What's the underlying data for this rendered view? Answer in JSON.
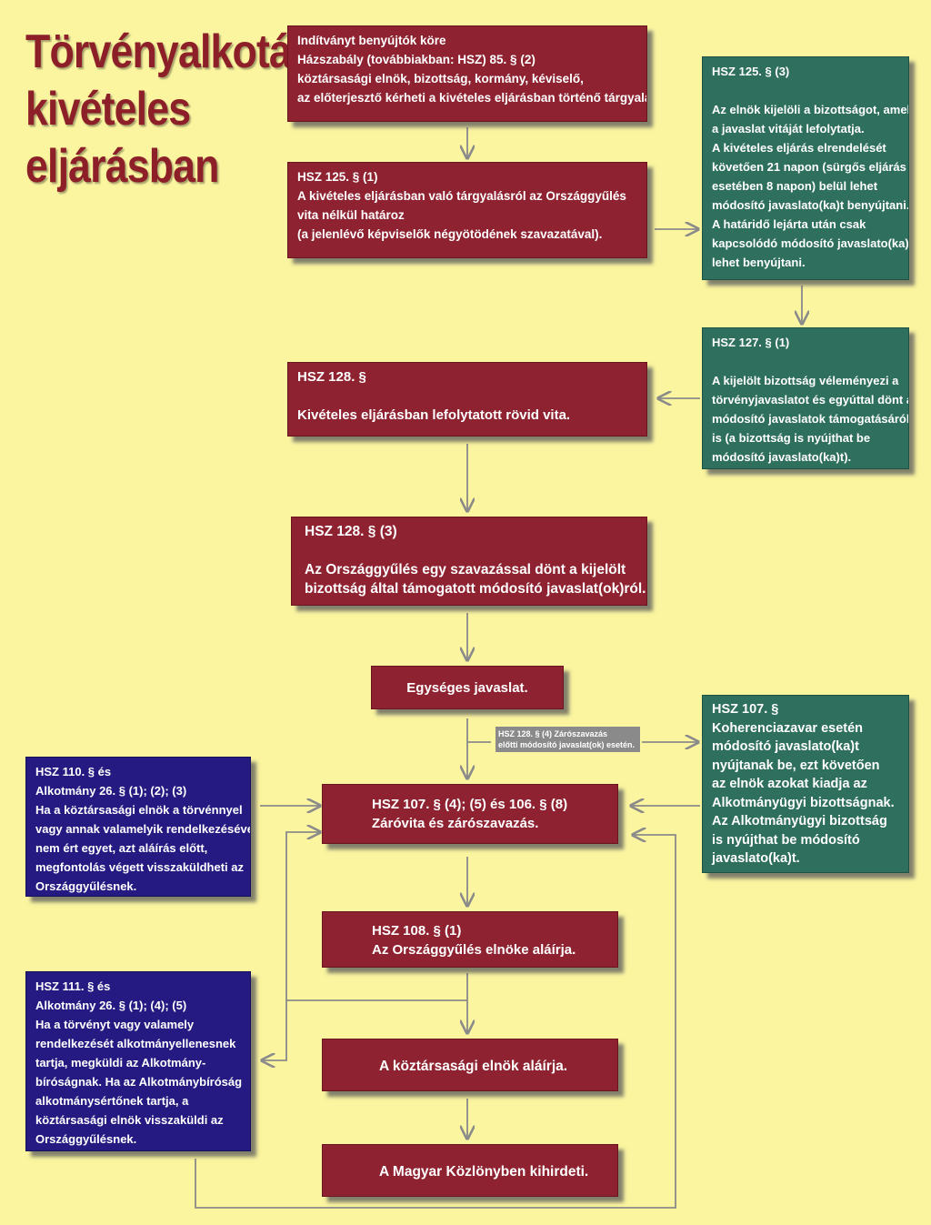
{
  "title": {
    "lines": [
      "Törvényalkotás",
      "kivételes",
      "eljárásban"
    ]
  },
  "boxes": {
    "initiators": {
      "lines": [
        "Indítványt benyújtók köre",
        "Házszabály (továbbiakban: HSZ) 85. § (2)",
        "köztársasági elnök, bizottság, kormány, kéviselő,",
        "az előterjesztő kérheti a kivételes eljárásban történő tárgyalást."
      ]
    },
    "hsz125_1": {
      "lines": [
        "HSZ 125. § (1)",
        "A kivételes eljárásban való tárgyalásról az Országgyűlés",
        "vita nélkül határoz",
        "(a jelenlévő képviselők négyötödének szavazatával)."
      ]
    },
    "hsz125_3": {
      "lines": [
        "HSZ 125. § (3)",
        "",
        "Az elnök kijelöli a bizottságot, amely",
        "a javaslat vitáját lefolytatja.",
        "A kivételes eljárás elrendelését",
        "követően 21 napon (sürgős eljárás",
        "esetében 8 napon) belül lehet",
        "módosító javaslato(ka)t benyújtani.",
        "A határidő lejárta után csak",
        "kapcsolódó módosító javaslato(ka)t",
        "lehet benyújtani."
      ]
    },
    "hsz127_1": {
      "lines": [
        "HSZ 127. § (1)",
        "",
        "A kijelölt bizottság véleményezi a",
        "törvényjavaslatot és egyúttal dönt a",
        "módosító javaslatok támogatásáról",
        "is (a bizottság is nyújthat be",
        "módosító javaslato(ka)t)."
      ]
    },
    "hsz128": {
      "lines": [
        "HSZ 128. §",
        "",
        "Kivételes eljárásban lefolytatott rövid vita."
      ]
    },
    "hsz128_3": {
      "lines": [
        "HSZ 128. § (3)",
        "",
        "Az Országgyűlés egy szavazással dönt a kijelölt",
        "bizottság által támogatott módosító javaslat(ok)ról."
      ]
    },
    "unified": {
      "lines": [
        "Egységes javaslat."
      ]
    },
    "hsz107": {
      "lines": [
        "HSZ  107. §",
        "Koherenciazavar esetén",
        "módosító javaslato(ka)t",
        "nyújtanak be, ezt követően",
        "az elnök azokat kiadja az",
        "Alkotmányügyi bizottságnak.",
        "Az Alkotmányügyi bizottság",
        "is nyújthat be módosító",
        "javaslato(ka)t."
      ]
    },
    "hsz110": {
      "lines": [
        "HSZ 110. § és",
        "Alkotmány 26. § (1); (2); (3)",
        "Ha a köztársasági elnök a törvénnyel",
        "vagy annak valamelyik rendelkezésével",
        "nem ért egyet, azt aláírás előtt,",
        "megfontolás végett visszaküldheti az",
        "Országgyűlésnek."
      ]
    },
    "final_vote": {
      "lines": [
        "HSZ 107. § (4); (5) és 106. § (8)",
        "Záróvita és zárószavazás."
      ]
    },
    "hsz108": {
      "lines": [
        "HSZ 108. § (1)",
        "Az Országgyűlés elnöke aláírja."
      ]
    },
    "hsz111": {
      "lines": [
        "HSZ 111. § és",
        "Alkotmány 26. § (1); (4); (5)",
        "Ha a törvényt vagy valamely",
        "rendelkezését alkotmányellenesnek",
        "tartja, megküldi az Alkotmány-",
        "bíróságnak. Ha az Alkotmánybíróság",
        "alkotmánysértőnek tartja, a",
        "köztársasági elnök visszaküldi az",
        "Országgyűlésnek."
      ]
    },
    "president_signs": {
      "lines": [
        "A köztársasági elnök aláírja."
      ]
    },
    "gazette": {
      "lines": [
        "A Magyar Közlönyben kihirdeti."
      ]
    }
  },
  "note": {
    "lines": [
      "HSZ 128. § (4) Zárószavazás",
      "előtti módosító javaslat(ok) esetén."
    ]
  },
  "colors": {
    "background": "#fbf5a0",
    "red_box": "#8e2230",
    "teal_box": "#2f6f5e",
    "navy_box": "#241a82",
    "title": "#8c1f28",
    "arrow": "#8a8a8a"
  }
}
